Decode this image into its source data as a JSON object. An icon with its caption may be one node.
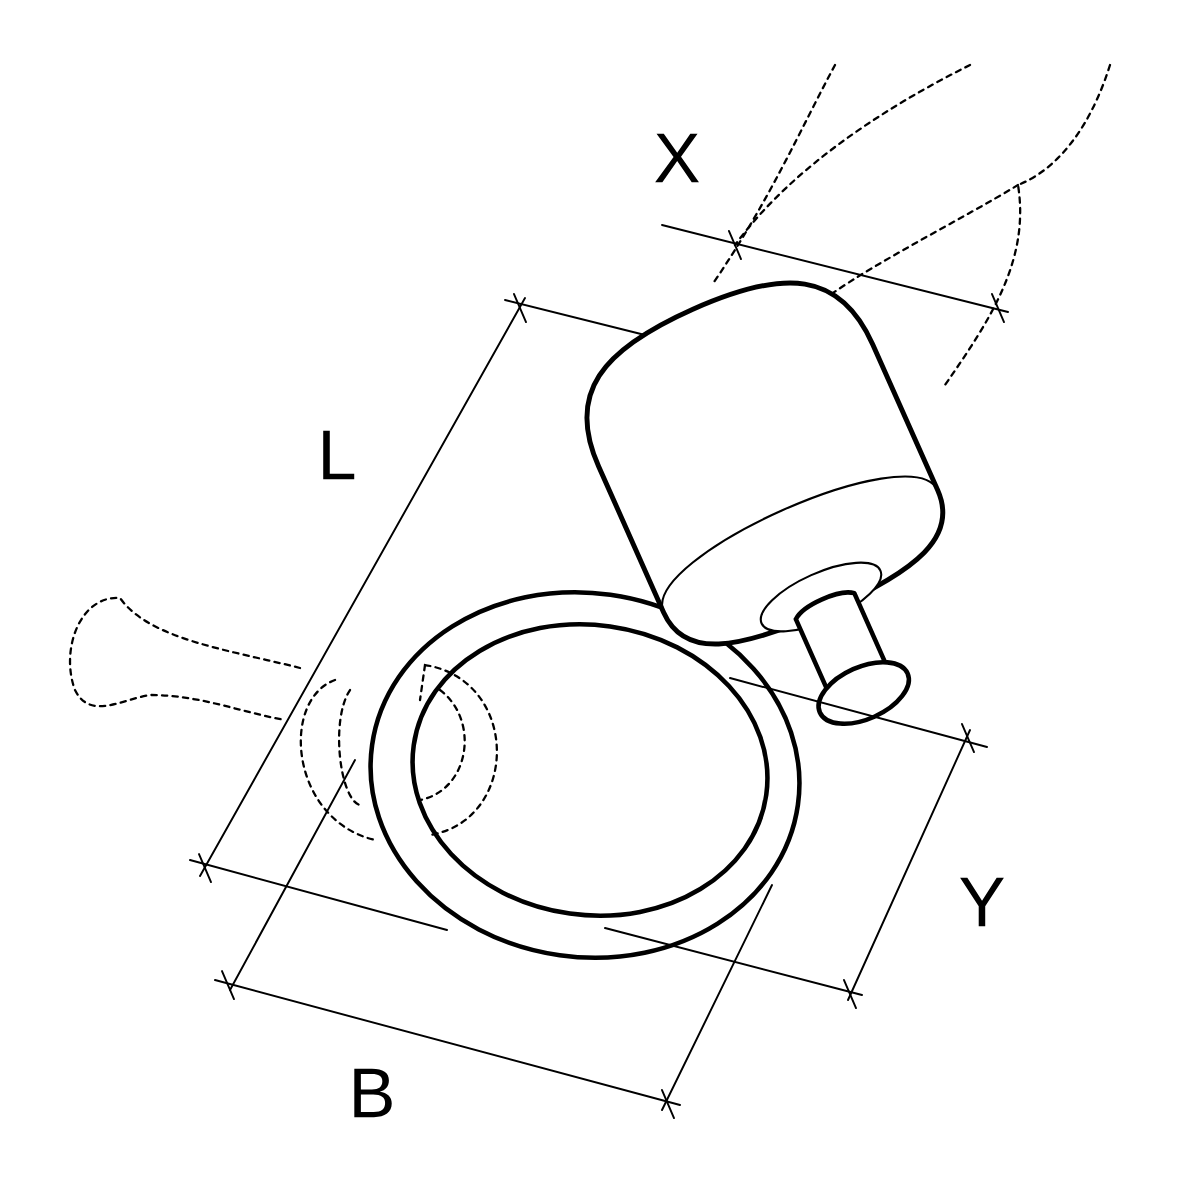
{
  "diagram": {
    "labels": [
      "X",
      "L",
      "Y",
      "B"
    ]
  }
}
